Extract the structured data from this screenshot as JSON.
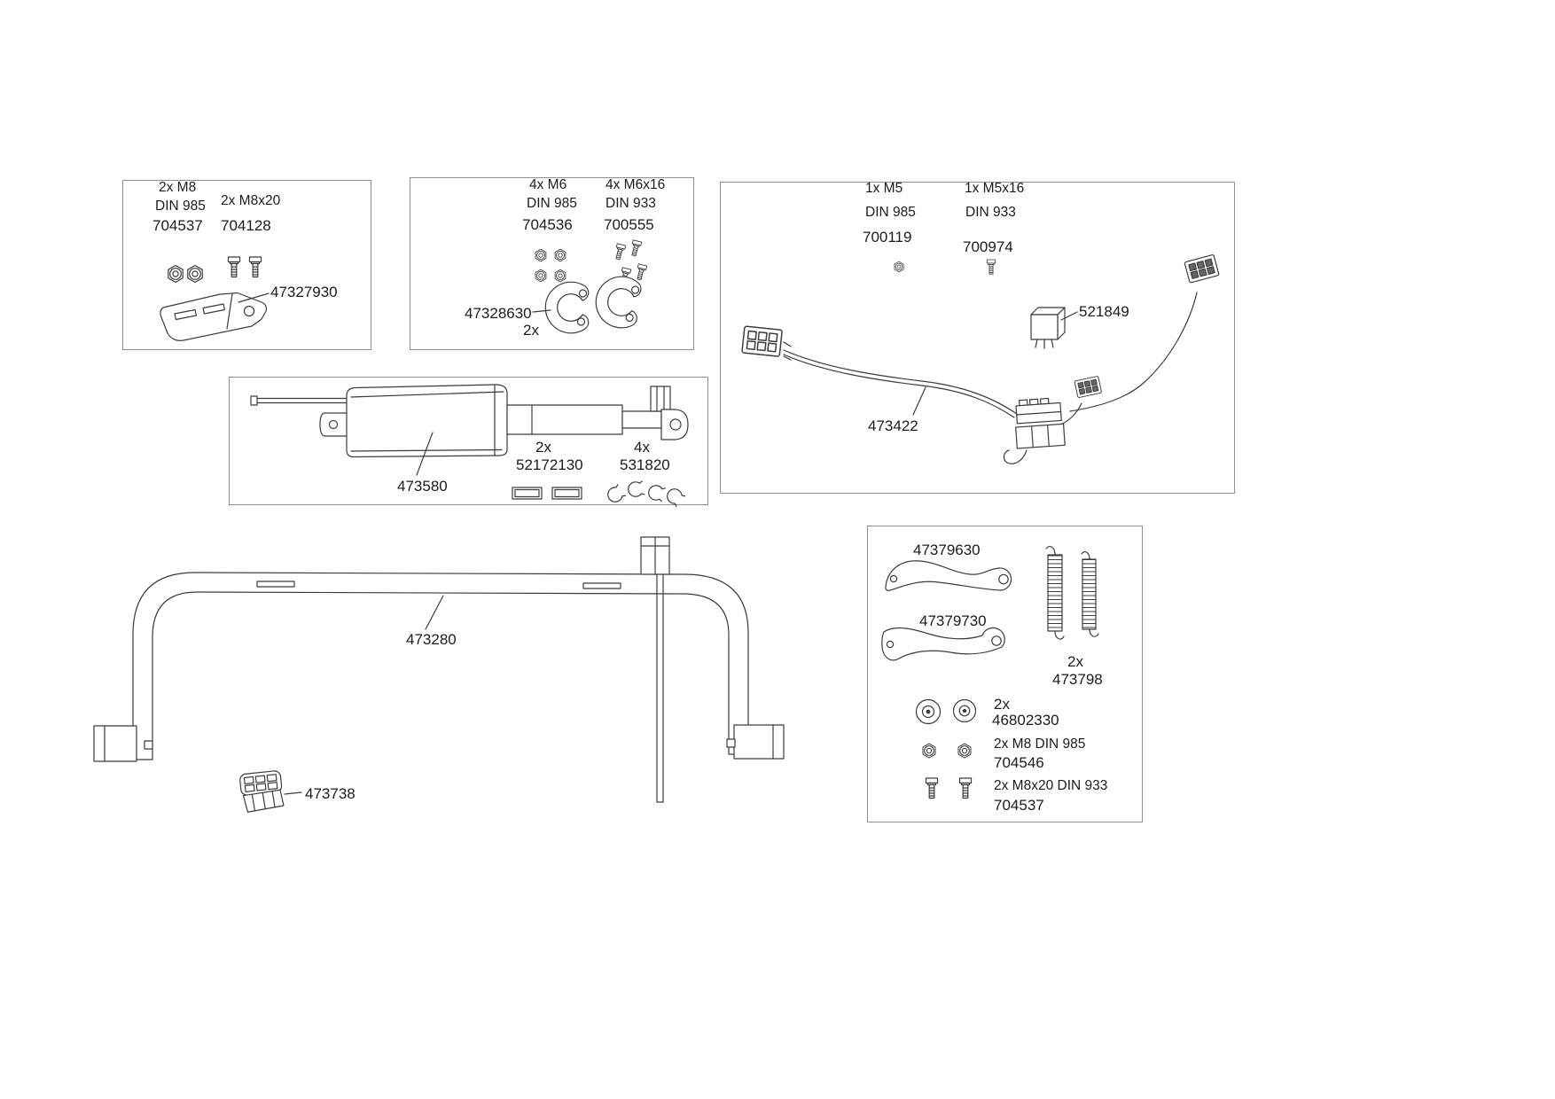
{
  "panels": {
    "bracket_kit": {
      "nut": {
        "qty": "2x M8",
        "din": "DIN 985",
        "part": "704537"
      },
      "bolt": {
        "qty": "2x M8x20",
        "part": "704128"
      },
      "bracket": {
        "part": "47327930"
      }
    },
    "clamp_kit": {
      "nut": {
        "qty": "4x M6",
        "din": "DIN 985",
        "part": "704536"
      },
      "bolt": {
        "qty": "4x M6x16",
        "din": "DIN 933",
        "part": "700555"
      },
      "clamp": {
        "part": "47328630",
        "qty": "2x"
      }
    },
    "harness_kit": {
      "nut": {
        "qty": "1x M5",
        "din": "DIN 985",
        "part": "700119"
      },
      "bolt": {
        "qty": "1x M5x16",
        "din": "DIN 933",
        "part": "700974"
      },
      "relay": {
        "part": "521849"
      },
      "harness": {
        "part": "473422"
      }
    },
    "actuator_kit": {
      "actuator": {
        "part": "473580"
      },
      "clip": {
        "qty": "2x",
        "part": "52172130"
      },
      "circlip": {
        "qty": "4x",
        "part": "531820"
      }
    },
    "frame": {
      "part": "473280"
    },
    "switch": {
      "part": "473738"
    },
    "mount_kit": {
      "bracket_upper": {
        "part": "47379630"
      },
      "bracket_lower": {
        "part": "47379730"
      },
      "spring": {
        "qty": "2x",
        "part": "473798"
      },
      "washer": {
        "qty": "2x",
        "part": "46802330"
      },
      "nut": {
        "label": "2x M8 DIN 985",
        "part": "704546"
      },
      "bolt": {
        "label": "2x M8x20 DIN 933",
        "part": "704537"
      }
    }
  }
}
